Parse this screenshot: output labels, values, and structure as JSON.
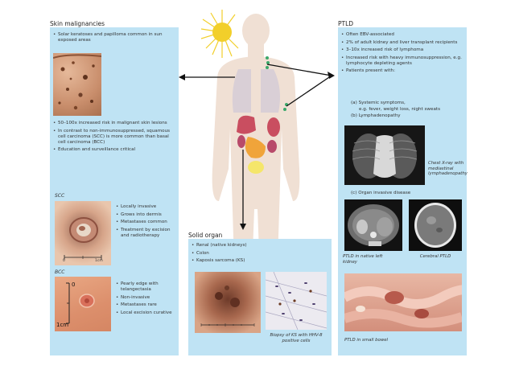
{
  "skin": {
    "title": "Skin malignancies",
    "bullets_top": [
      "Solar keratoses and papilloma common in sun exposed areas"
    ],
    "bullets_mid": [
      "50–100x increased risk in malignant skin lesions",
      "In contrast to non-immunosuppressed, squamous cell carcinoma (SCC) is more common than basal cell carcinoma (BCC)",
      "Education and surveillance critical"
    ],
    "scc_label": "SCC",
    "scc_bullets": [
      "Locally invasive",
      "Grows into dermis",
      "Metastases common",
      "Treatment by excision and radiotherapy"
    ],
    "scc_scale": [
      "0",
      "1cm"
    ],
    "bcc_label": "BCC",
    "bcc_bullets": [
      "Pearly edge with telangectasia",
      "Non-invasive",
      "Metastases rare",
      "Local excision curative"
    ],
    "bcc_scale": [
      "0",
      "1cm"
    ]
  },
  "solid": {
    "title": "Solid organ",
    "bullets": [
      "Renal (native kidneys)",
      "Colon",
      "Kaposis sarcoma (KS)"
    ],
    "caption": "Biopsy of KS with HHV-8 positive cells"
  },
  "ptld": {
    "title": "PTLD",
    "bullets": [
      "Often EBV-associated",
      "2% of adult kidney and liver transplant recipients",
      "3–10x increased risk of lymphoma",
      "Increased risk with heavy immunosuppression, e.g. lymphocyte depleting agents",
      "Patients present with:"
    ],
    "sub_a1": "(a) Systemic symptoms,",
    "sub_a2": "e.g. fever, weight loss, night sweats",
    "sub_b": "(b) Lymphadenopathy",
    "xray_caption": "Chest X-ray with mediastinal lymphadenopathy",
    "sub_c": "(c) Organ invasive disease",
    "ct_caption": "PTLD in native left kidney",
    "brain_caption": "Cerebral PTLD",
    "bowel_caption": "PTLD in small bowel"
  },
  "colors": {
    "panel": "#bfe3f4",
    "sun": "#f2cf2a",
    "body": "#f0e0d4"
  }
}
